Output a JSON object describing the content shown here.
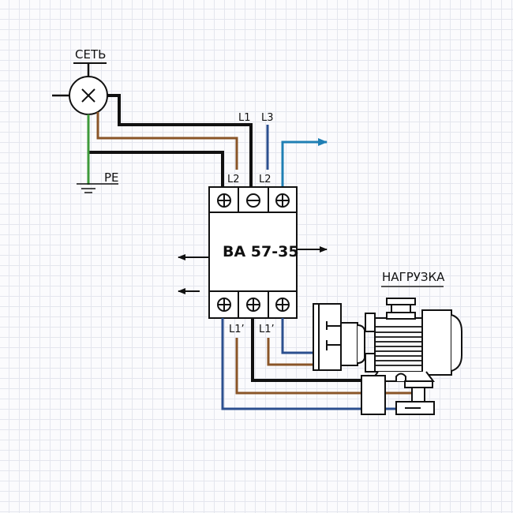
{
  "diagram": {
    "title": "Circuit breaker wiring diagram",
    "labels": {
      "network": "СЕТЬ",
      "protective_earth": "PE",
      "load": "НАГРУЗКА",
      "breaker_model": "ВА 57-35",
      "top_terminal_left": "L2",
      "top_terminal_right": "L2",
      "incoming_l1": "L1",
      "incoming_l3": "L3",
      "bottom_terminal_left": "L1’",
      "bottom_terminal_middle": "L1’"
    },
    "terminals": {
      "top": [
        "plus",
        "minus",
        "plus"
      ],
      "bottom": [
        "plus",
        "plus",
        "plus"
      ]
    },
    "wire_colors": {
      "black": "#111111",
      "brown": "#8a5528",
      "green": "#3d9a3a",
      "navy": "#2b4f8f",
      "light_blue": "#1f7fb4"
    }
  }
}
